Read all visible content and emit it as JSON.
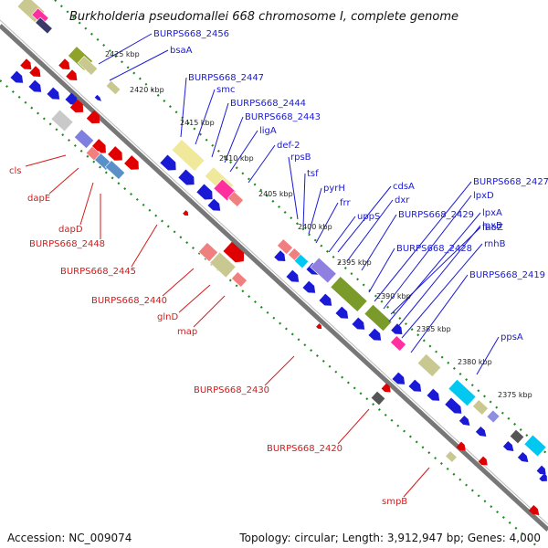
{
  "title": "Burkholderia pseudomallei 668 chromosome I, complete genome",
  "accession": "Accession: NC_009074",
  "summary": "Topology: circular; Length: 3,912,947 bp; Genes: 4,000",
  "colors": {
    "forward": "#0000e0",
    "reverse": "#e00000",
    "backbone": "#777777",
    "tick": "#1f8a1f"
  },
  "kbp_labels": [
    "2425 kbp",
    "2420 kbp",
    "2415 kbp",
    "2410 kbp",
    "2405 kbp",
    "2400 kbp",
    "2395 kbp",
    "2390 kbp",
    "2385 kbp",
    "2380 kbp",
    "2375 kbp"
  ],
  "forward_genes": [
    "BURPS668_2456",
    "bsaA",
    "BURPS668_2447",
    "smc",
    "BURPS668_2444",
    "BURPS668_2443",
    "ligA",
    "def-2",
    "rpsB",
    "tsf",
    "pyrH",
    "frr",
    "uppS",
    "cdsA",
    "dxr",
    "BURPS668_2429",
    "BURPS668_2428",
    "BURPS668_2427",
    "lpxD",
    "fabZ",
    "lpxA",
    "lpxB",
    "rnhB",
    "BURPS668_2419",
    "ppsA"
  ],
  "reverse_genes": [
    "cls",
    "dapE",
    "dapD",
    "BURPS668_2448",
    "BURPS668_2445",
    "BURPS668_2440",
    "glnD",
    "map",
    "BURPS668_2430",
    "BURPS668_2420",
    "smpB"
  ]
}
